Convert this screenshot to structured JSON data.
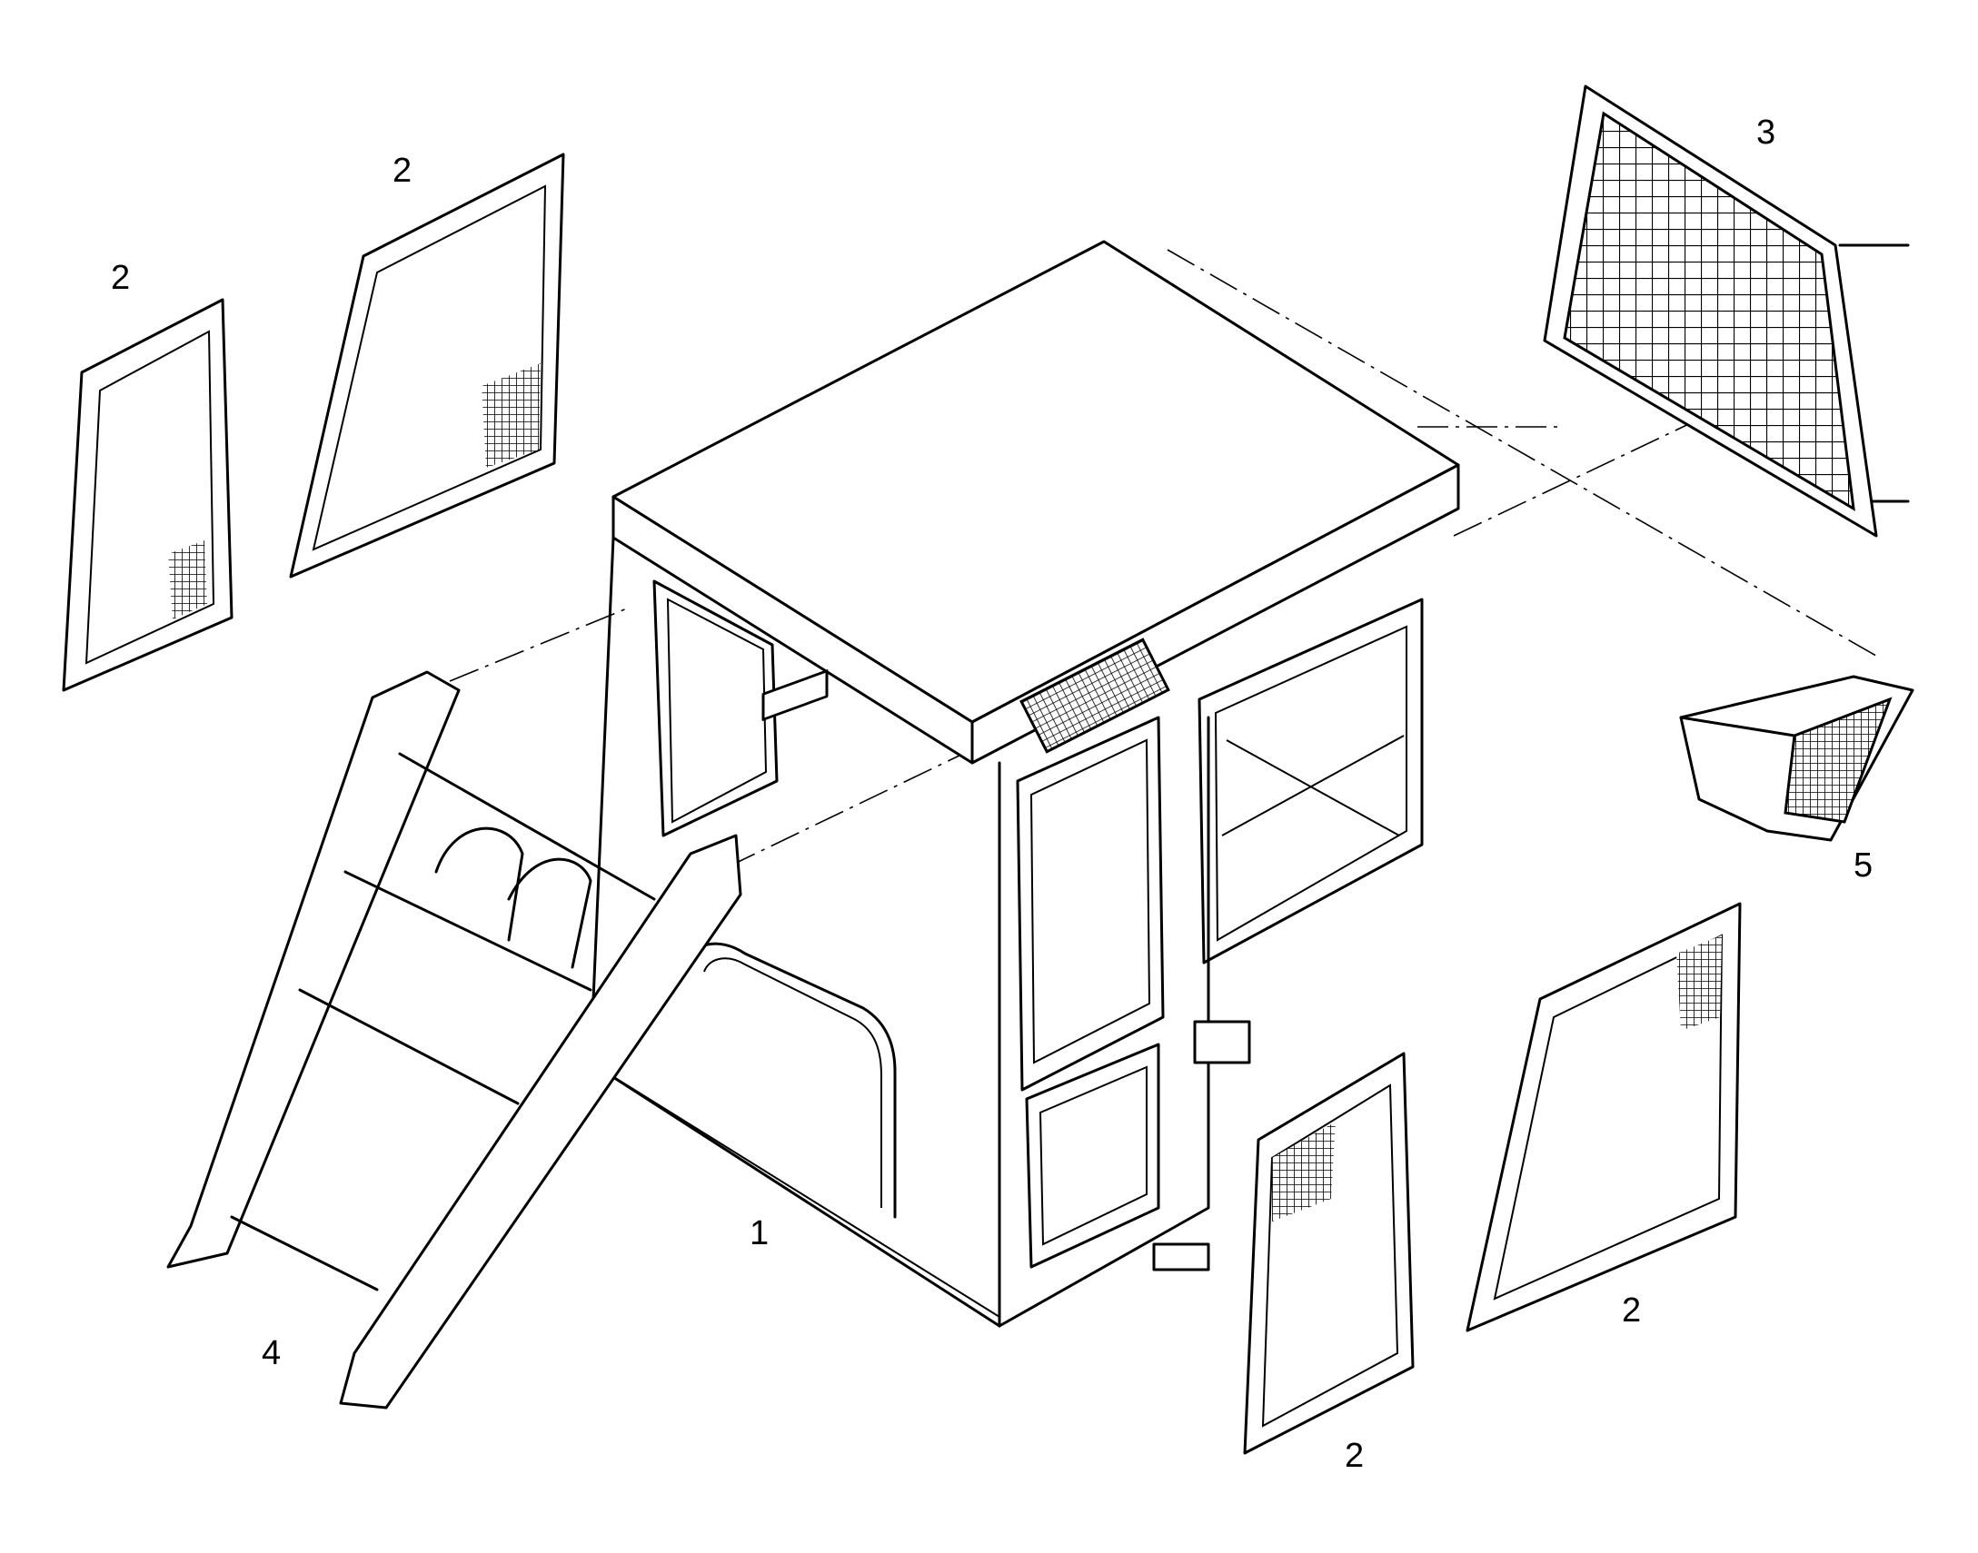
{
  "callouts": {
    "cab": "1",
    "window_top_left": "2",
    "window_top_left_b": "2",
    "window_bottom_right_a": "2",
    "window_bottom_right_b": "2",
    "rear_screen": "3",
    "ladder_guard": "4",
    "corner_guard": "5"
  },
  "colors": {
    "ink": "#000000",
    "paper": "#ffffff"
  }
}
